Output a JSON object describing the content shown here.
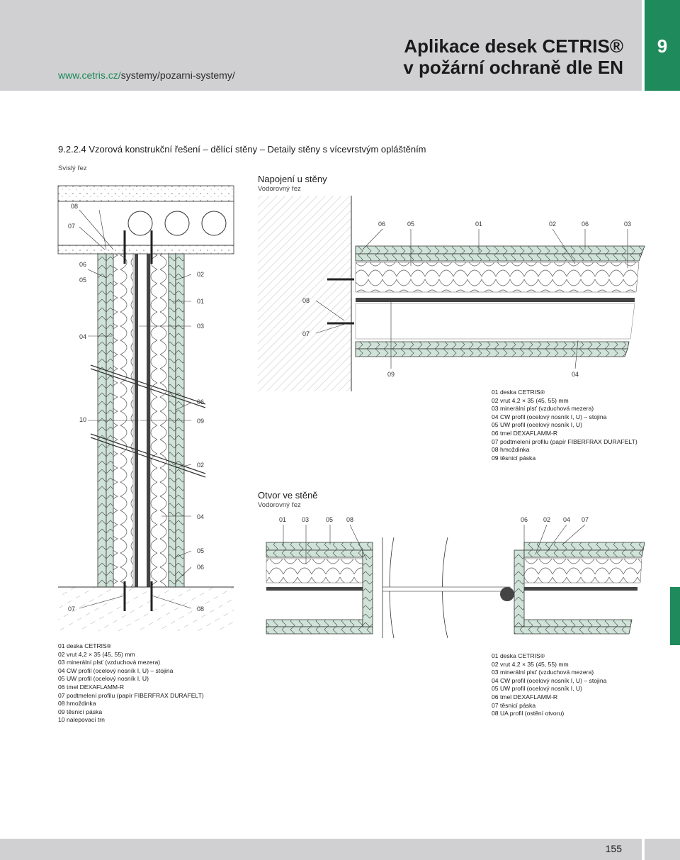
{
  "header": {
    "url_prefix": "www.cetris.cz/",
    "url_rest": "systemy/pozarni-systemy/",
    "title_line1": "Aplikace desek CETRIS®",
    "title_line2": "v požární ochraně dle EN",
    "chapter": "9"
  },
  "section_title": "9.2.2.4 Vzorová konstrukční řešení – dělící stěny – Detaily stěny s vícevrstvým opláštěním",
  "vertical": {
    "label": "Svislý řez",
    "legend": [
      "01  deska CETRIS®",
      "02  vrut 4,2 × 35 (45, 55) mm",
      "03  minerální plsť (vzduchová mezera)",
      "04  CW profil (ocelový nosník I, U) – stojina",
      "05  UW profil (ocelový nosník I, U)",
      "06  tmel DEXAFLAMM-R",
      "07  podtmelení profilu (papír FIBERFRAX DURAFELT)",
      "08  hmoždinka",
      "09  těsnicí páska",
      "10  nalepovací trn"
    ]
  },
  "wall_joint": {
    "title": "Napojení u stěny",
    "subtitle": "Vodorovný řez",
    "legend": [
      "01  deska CETRIS®",
      "02  vrut 4,2 × 35 (45, 55) mm",
      "03  minerální plsť (vzduchová mezera)",
      "04  CW profil (ocelový nosník I, U) – stojina",
      "05  UW profil (ocelový nosník I, U)",
      "06  tmel DEXAFLAMM-R",
      "07  podtmelení profilu (papír FIBERFRAX DURAFELT)",
      "08  hmoždinka",
      "09  těsnicí páska"
    ]
  },
  "opening": {
    "title": "Otvor ve stěně",
    "subtitle": "Vodorovný řez",
    "legend": [
      "01  deska CETRIS®",
      "02  vrut 4,2 × 35 (45, 55) mm",
      "03  minerální plsť (vzduchová mezera)",
      "04  CW profil (ocelový nosník I, U) – stojina",
      "05  UW profil (ocelový nosník I, U)",
      "06  tmel DEXAFLAMM-R",
      "07  těsnicí páska",
      "08  UA profil (ostění otvoru)"
    ]
  },
  "callouts": {
    "v_left": [
      "08",
      "07",
      "06",
      "05",
      "04",
      "10",
      "07"
    ],
    "v_right": [
      "02",
      "01",
      "03",
      "06",
      "09",
      "02",
      "04",
      "05",
      "06",
      "08"
    ],
    "joint_top": [
      "06",
      "05",
      "01",
      "02",
      "06",
      "03"
    ],
    "joint_side": [
      "08",
      "07"
    ],
    "joint_bottom": [
      "09",
      "04"
    ],
    "open_top_left": [
      "01",
      "03",
      "05",
      "08"
    ],
    "open_top_right": [
      "06",
      "02",
      "04",
      "07"
    ]
  },
  "page_number": "155",
  "colors": {
    "brand_green": "#1f8a5c",
    "board": "#cfe3d8",
    "band": "#d0d0d2"
  }
}
